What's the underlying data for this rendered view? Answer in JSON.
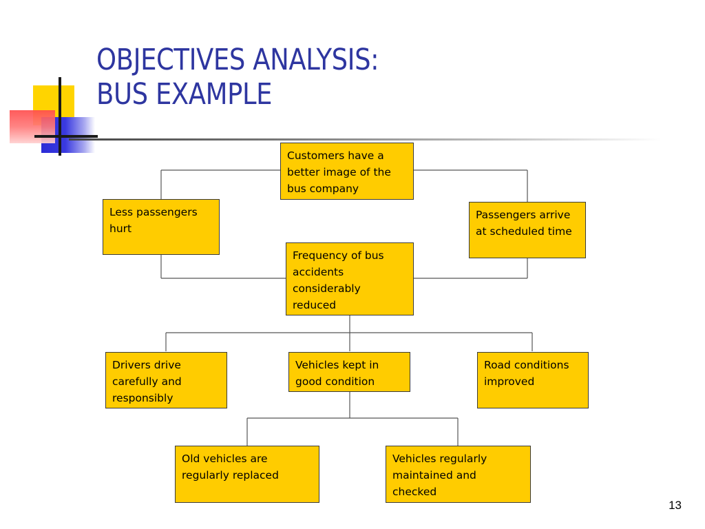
{
  "slide": {
    "title_line1": "OBJECTIVES ANALYSIS:",
    "title_line2": "BUS EXAMPLE",
    "page_number": "13"
  },
  "diagram": {
    "boxes": {
      "top": "Customers have a better image of the bus company",
      "left": "Less passengers hurt",
      "right": "Passengers arrive at scheduled time",
      "center": "Frequency of bus accidents considerably reduced",
      "drivers": "Drivers drive carefully and responsibly",
      "vehicles": "Vehicles kept in good condition",
      "roads": "Road conditions improved",
      "old_vehicles": "Old vehicles are regularly replaced",
      "maintained": "Vehicles regularly maintained and checked"
    }
  },
  "colors": {
    "title": "#2e36a0",
    "box_fill": "#ffcc00",
    "box_border": "#3a3a3a"
  }
}
